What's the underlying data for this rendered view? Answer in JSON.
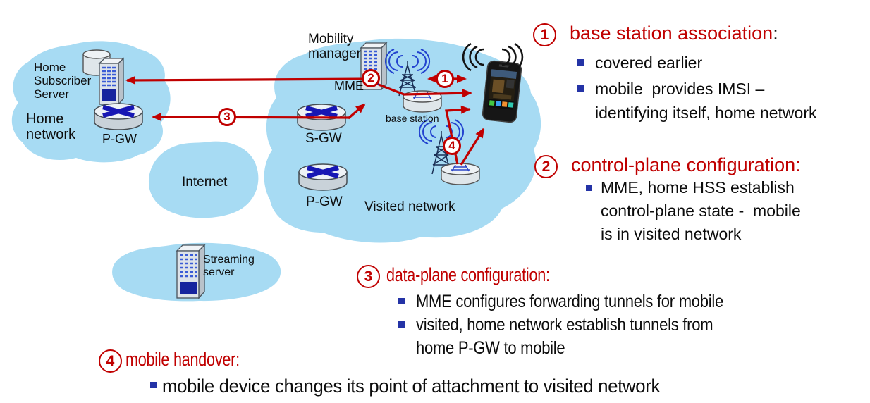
{
  "colors": {
    "cloud": "#A7DBF3",
    "arrow": "#C00000",
    "heading": "#C00000",
    "bullet": "#2433A6"
  },
  "diagram": {
    "labels": {
      "home_subscriber_server": "Home\nSubscriber\nServer",
      "home_network": "Home\nnetwork",
      "home_pgw": "P-GW",
      "internet": "Internet",
      "mobility_manager": "Mobility\nmanager",
      "mme": "MME",
      "sgw": "S-GW",
      "visited_pgw": "P-GW",
      "base_station": "base station",
      "visited_network": "Visited network",
      "streaming_server": "Streaming\nserver"
    },
    "markers": {
      "m1": "1",
      "m2": "2",
      "m3": "3",
      "m4": "4"
    }
  },
  "annotations": [
    {
      "number": "1",
      "title": "base station association",
      "colon": ":",
      "bullets": [
        "covered earlier",
        "mobile  provides IMSI –\nidentifying itself, home network"
      ]
    },
    {
      "number": "2",
      "title": "control-plane configuration:",
      "bullets": [
        "MME, home HSS establish\ncontrol-plane state -  mobile\nis in visited network"
      ]
    },
    {
      "number": "3",
      "title": "data-plane configuration:",
      "bullets": [
        "MME configures forwarding tunnels for mobile",
        "visited, home network establish tunnels from\nhome P-GW to mobile"
      ]
    },
    {
      "number": "4",
      "title": "mobile handover:",
      "bullets": [
        "mobile device changes its point of attachment to visited network"
      ]
    }
  ]
}
